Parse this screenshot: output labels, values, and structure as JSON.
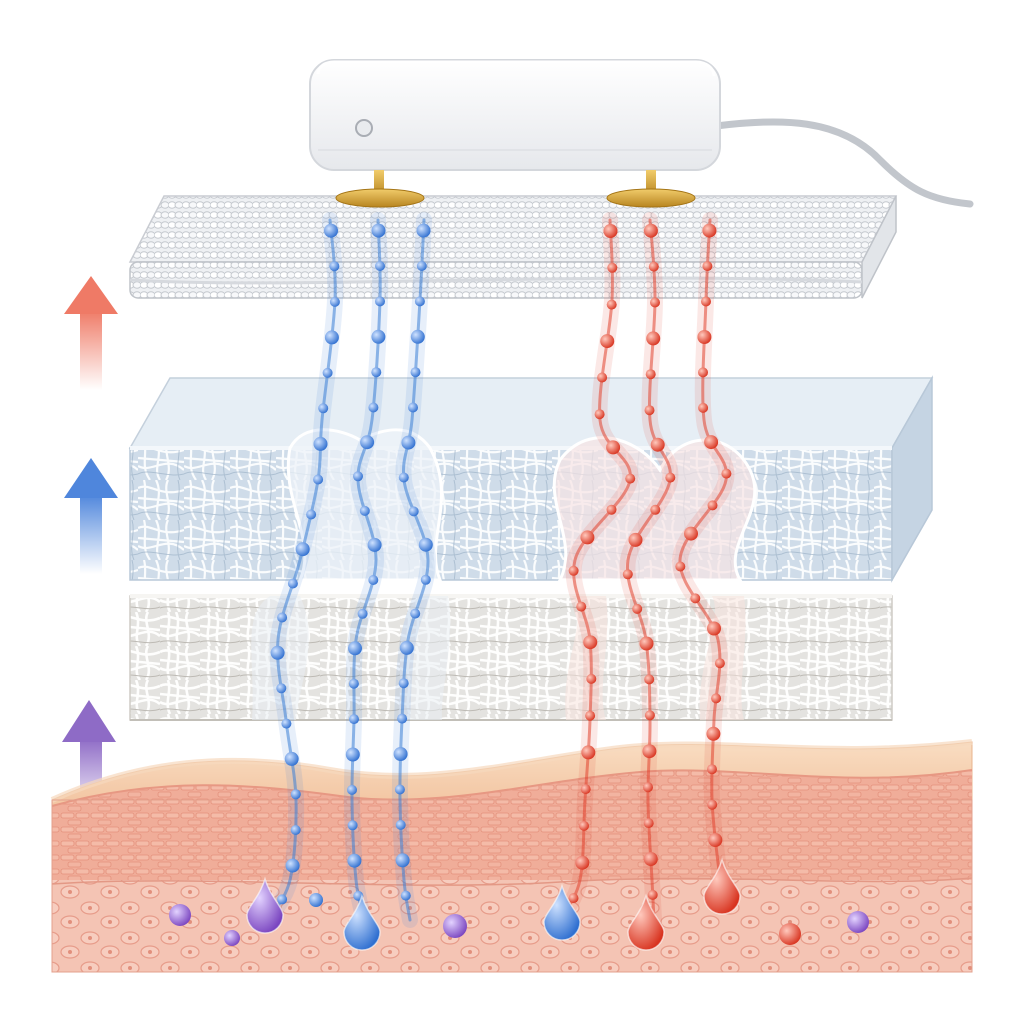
{
  "palette": {
    "device_body": "#f4f5f7",
    "device_edge": "#d6d9de",
    "cable": "#c2c6cc",
    "electrode_gold": "#d9a531",
    "textile_light": "#f2f3f5",
    "textile_shadow": "#c9ccd2",
    "membrane_top": "#e3ecf4",
    "membrane_front": "#cfdbe7",
    "fiber_blue": "#ffffff",
    "insulation_front": "#e7e6e3",
    "skin_top": "#f6d2b2",
    "skin_front": "#f1b3a1",
    "skin_cells": "#e99382",
    "stream_blue": "#3c7fd6",
    "stream_red": "#e2432f",
    "droplet_purple": "#8a5ac8",
    "arrow_red": "#ef7a66",
    "arrow_blue": "#4f86dc",
    "arrow_purple": "#8e6bc6"
  },
  "icons": {
    "device": "wearable-sensor-icon",
    "indicator": "power-led-icon",
    "arrows": [
      "heat-up-arrow-icon",
      "moisture-up-arrow-icon",
      "vapor-up-arrow-icon"
    ]
  },
  "layers": [
    "sensor-device",
    "knit-textile",
    "fibrous-membrane",
    "fiber-insulation",
    "skin-tissue"
  ],
  "flows": [
    {
      "stream": "blue",
      "lane_count": 3
    },
    {
      "stream": "red",
      "lane_count": 3
    }
  ]
}
